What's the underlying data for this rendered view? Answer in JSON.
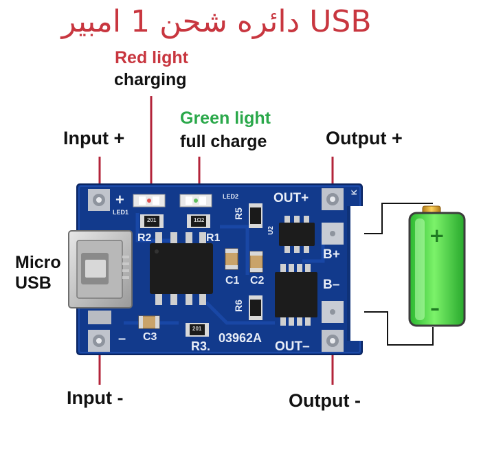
{
  "title": "دائره شحن 1 امبير USB",
  "labels": {
    "red_light": "Red light",
    "charging": "charging",
    "green_light": "Green light",
    "full_charge": "full charge",
    "input_plus": "Input +",
    "input_minus": "Input -",
    "output_plus": "Output +",
    "output_minus": "Output -",
    "micro": "Micro",
    "usb": "USB"
  },
  "pcb": {
    "led1": "LED1",
    "led2": "LED2",
    "r1": "R1",
    "r2": "R2",
    "r3": "R3.",
    "r5": "R5",
    "r6": "R6",
    "c1": "C1",
    "c2": "C2",
    "c3": "C3",
    "u2": "U2",
    "out_plus": "OUT+",
    "out_minus": "OUT–",
    "b_plus": "B+",
    "b_minus": "B–",
    "board_id": "03962A",
    "plus": "+",
    "minus": "–",
    "k": "K",
    "r1_code": "1Ω2",
    "r2_code": "201",
    "r3_code": "201"
  },
  "battery": {
    "plus": "+",
    "minus": "–"
  },
  "colors": {
    "title": "#c8363f",
    "red_light": "#c8363f",
    "green_light": "#2aa84a",
    "pcb": "#123a8c",
    "battery": "#3fd13a"
  }
}
